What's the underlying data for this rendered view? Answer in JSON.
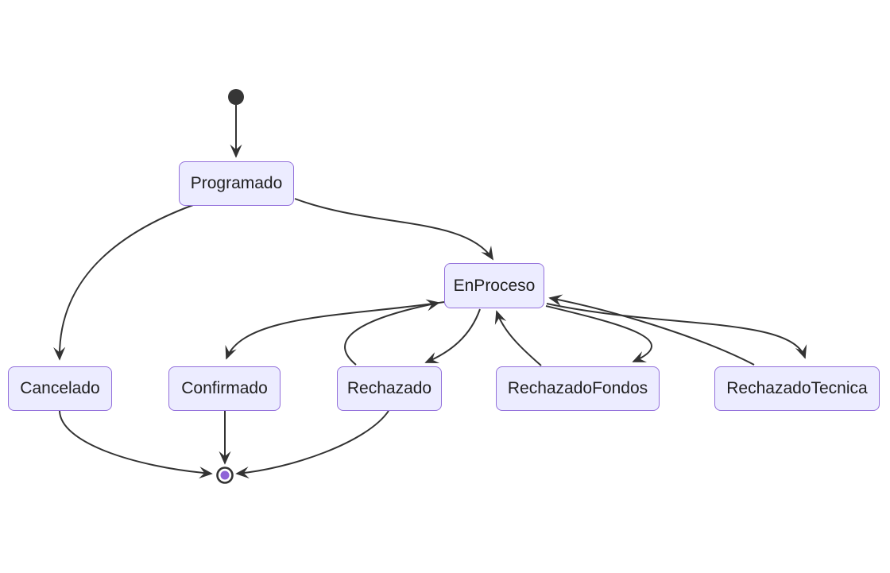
{
  "diagram": {
    "type": "state-diagram",
    "states": [
      {
        "id": "Programado",
        "label": "Programado"
      },
      {
        "id": "EnProceso",
        "label": "EnProceso"
      },
      {
        "id": "Cancelado",
        "label": "Cancelado"
      },
      {
        "id": "Confirmado",
        "label": "Confirmado"
      },
      {
        "id": "Rechazado",
        "label": "Rechazado"
      },
      {
        "id": "RechazadoFondos",
        "label": "RechazadoFondos"
      },
      {
        "id": "RechazadoTecnica",
        "label": "RechazadoTecnica"
      }
    ],
    "pseudo_states": [
      {
        "id": "start",
        "kind": "initial"
      },
      {
        "id": "end",
        "kind": "final"
      }
    ],
    "transitions": [
      {
        "from": "start",
        "to": "Programado"
      },
      {
        "from": "Programado",
        "to": "EnProceso"
      },
      {
        "from": "Programado",
        "to": "Cancelado"
      },
      {
        "from": "EnProceso",
        "to": "Confirmado"
      },
      {
        "from": "EnProceso",
        "to": "Rechazado"
      },
      {
        "from": "Rechazado",
        "to": "EnProceso"
      },
      {
        "from": "EnProceso",
        "to": "RechazadoFondos"
      },
      {
        "from": "RechazadoFondos",
        "to": "EnProceso"
      },
      {
        "from": "EnProceso",
        "to": "RechazadoTecnica"
      },
      {
        "from": "RechazadoTecnica",
        "to": "EnProceso"
      },
      {
        "from": "Cancelado",
        "to": "end"
      },
      {
        "from": "Confirmado",
        "to": "end"
      },
      {
        "from": "Rechazado",
        "to": "end"
      }
    ],
    "colors": {
      "node_fill": "#ECECFF",
      "node_border": "#9370DB",
      "edge": "#333333",
      "text": "#1f1f1f",
      "initial_dot": "#363636",
      "final_ring": "#333333",
      "final_inner": "#8F64D7",
      "background": "#FFFFFF"
    }
  }
}
